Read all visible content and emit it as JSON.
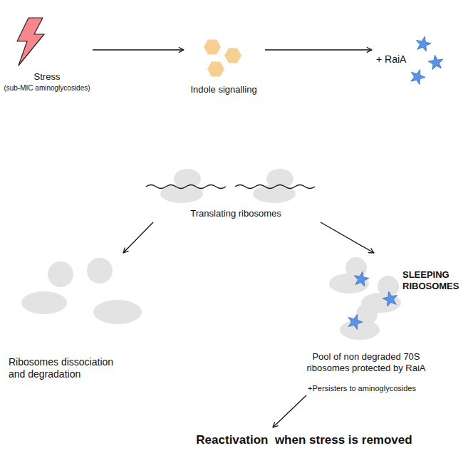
{
  "diagram": {
    "nodes": [
      {
        "text": [
          "Stress",
          "(sub-MIC aminoglycosides)"
        ]
      },
      {
        "text": [
          "Indole signalling"
        ]
      },
      {
        "text": [
          "+ RaiA"
        ]
      },
      {
        "text": [
          "Translating ribosomes"
        ]
      },
      {
        "text": [
          "Ribosomes dissociation and degradation"
        ]
      },
      {
        "text": [
          "SLEEPING RIBOSOMES",
          "Pool of non degraded 70S ribosomes protected by RaiA",
          "+Persisters to aminoglycosides"
        ]
      },
      {
        "text": [
          "Reactivation  when stress is removed"
        ]
      }
    ],
    "edges": [
      {
        "from": 0,
        "to": 1,
        "arrow": "to"
      },
      {
        "from": 1,
        "to": 2,
        "arrow": "to"
      },
      {
        "from": 3,
        "to": 4,
        "arrow": "to"
      },
      {
        "from": 3,
        "to": 5,
        "arrow": "to"
      },
      {
        "from": 5,
        "to": 6,
        "arrow": "to"
      }
    ]
  }
}
